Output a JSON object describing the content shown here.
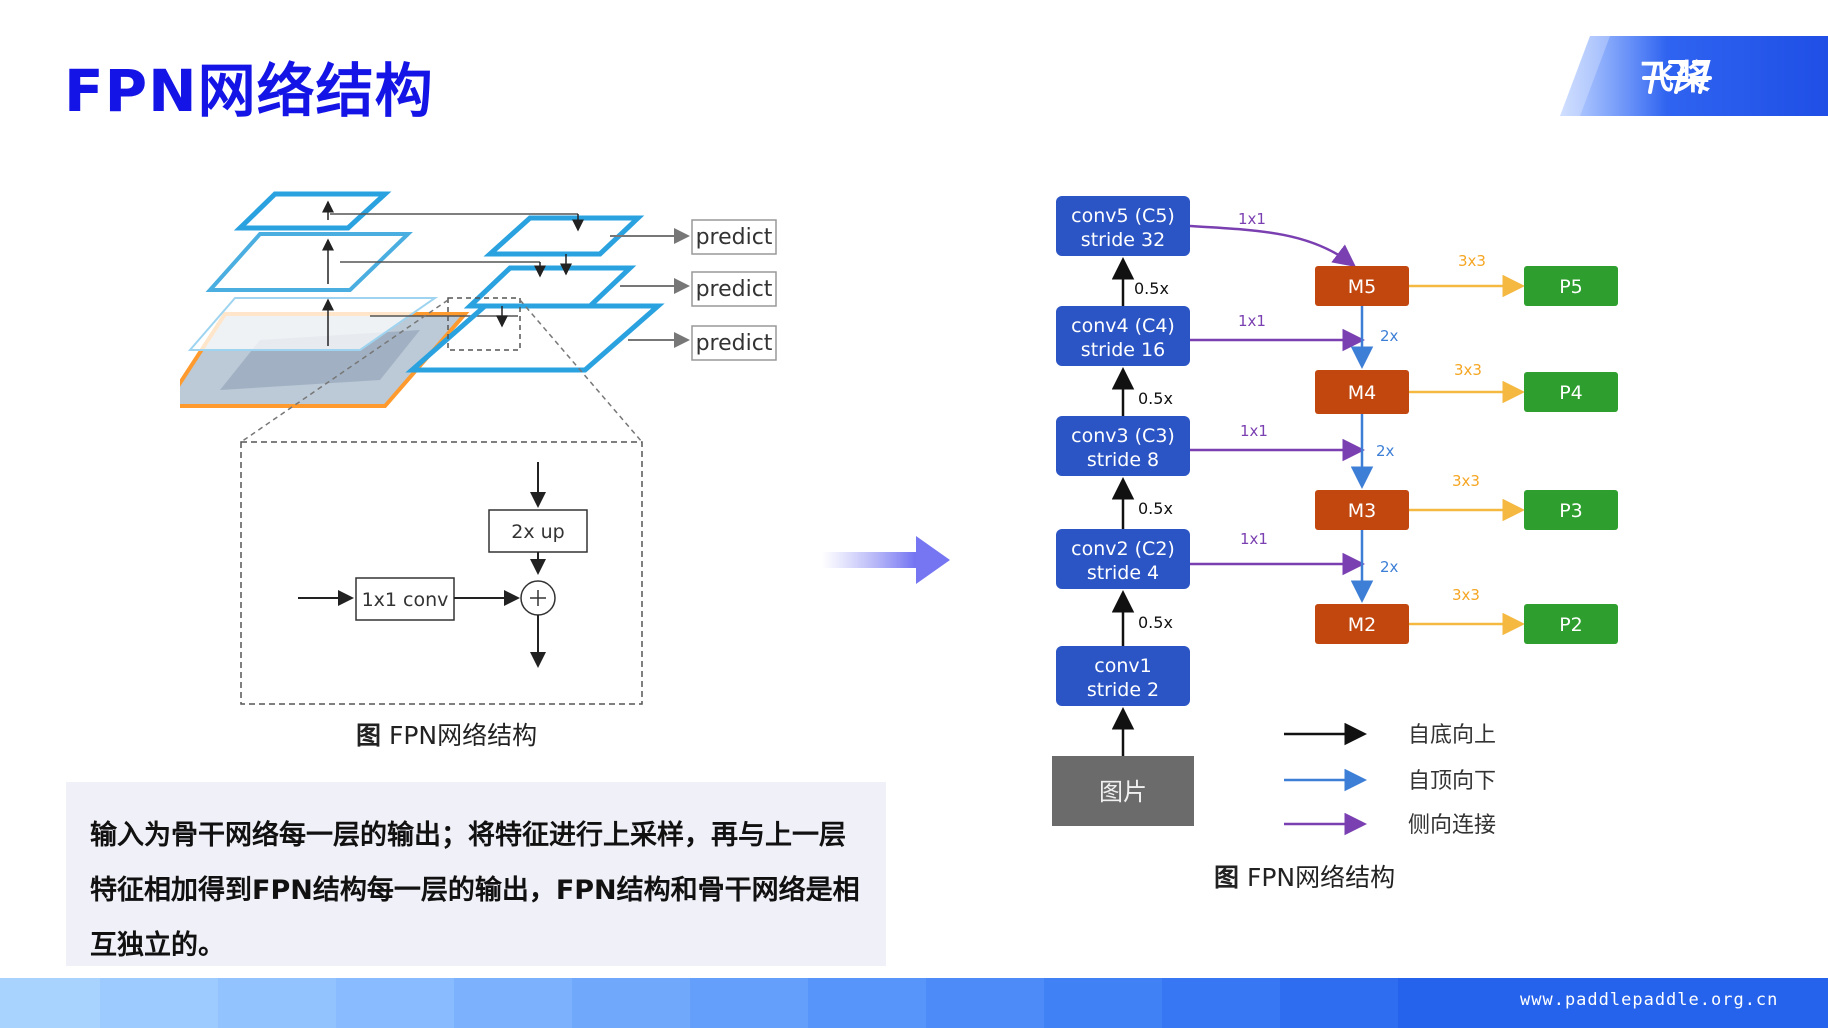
{
  "slide": {
    "title": "FPN网络结构",
    "logo": "飞桨",
    "footer_url": "www.paddlepaddle.org.cn"
  },
  "left_figure": {
    "predict_labels": [
      "predict",
      "predict",
      "predict"
    ],
    "upsample_label": "2x up",
    "conv_label": "1x1 conv",
    "caption_prefix": "图",
    "caption_text": "FPN网络结构"
  },
  "description": "输入为骨干网络每一层的输出；将特征进行上采样，再与上一层特征相加得到FPN结构每一层的输出，FPN结构和骨干网络是相互独立的。",
  "right_figure": {
    "backbone": [
      {
        "line1": "conv5 (C5)",
        "line2": "stride 32"
      },
      {
        "line1": "conv4 (C4)",
        "line2": "stride 16"
      },
      {
        "line1": "conv3 (C3)",
        "line2": "stride 8"
      },
      {
        "line1": "conv2 (C2)",
        "line2": "stride 4"
      },
      {
        "line1": "conv1",
        "line2": "stride 2"
      }
    ],
    "image_label": "图片",
    "downsample_labels": [
      "0.5x",
      "0.5x",
      "0.5x",
      "0.5x"
    ],
    "lateral_labels": [
      "1x1",
      "1x1",
      "1x1",
      "1x1"
    ],
    "merge_nodes": [
      "M5",
      "M4",
      "M3",
      "M2"
    ],
    "upsample_labels": [
      "2x",
      "2x",
      "2x"
    ],
    "smooth_labels": [
      "3x3",
      "3x3",
      "3x3",
      "3x3"
    ],
    "output_nodes": [
      "P5",
      "P4",
      "P3",
      "P2"
    ],
    "legend": [
      "自底向上",
      "自顶向下",
      "侧向连接"
    ],
    "caption_prefix": "图",
    "caption_text": "FPN网络结构"
  },
  "colors": {
    "title": "#1414e6",
    "backbone_box": "#2b54c4",
    "merge_box": "#c2470e",
    "output_box": "#2e9e2e",
    "image_box": "#6b6b6b",
    "lateral_arrow": "#7a3fb0",
    "topdown_arrow": "#3d7fd6",
    "smooth_arrow": "#f5b942",
    "bottomup_arrow": "#111111"
  }
}
